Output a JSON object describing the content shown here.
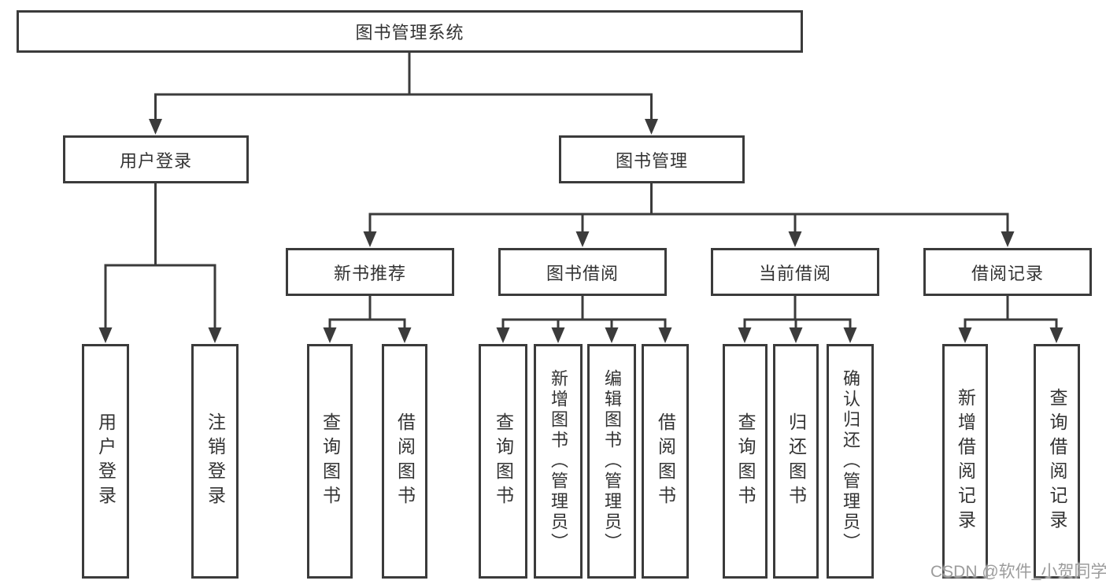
{
  "diagram": {
    "root": "图书管理系统",
    "user_branch": {
      "label": "用户登录",
      "children": [
        "用户登录",
        "注销登录"
      ]
    },
    "mgmt_branch": {
      "label": "图书管理",
      "groups": [
        {
          "label": "新书推荐",
          "children": [
            "查询图书",
            "借阅图书"
          ]
        },
        {
          "label": "图书借阅",
          "children": [
            "查询图书",
            "新增图书（管理员）",
            "编辑图书（管理员）",
            "借阅图书"
          ]
        },
        {
          "label": "当前借阅",
          "children": [
            "查询图书",
            "归还图书",
            "确认归还（管理员）"
          ]
        },
        {
          "label": "借阅记录",
          "children": [
            "新增借阅记录",
            "查询借阅记录"
          ]
        }
      ]
    }
  },
  "watermark": "CSDN @软件_小贺同学",
  "colors": {
    "line": "#3b3b3b",
    "text": "#333333",
    "watermark": "#9c9c9c",
    "background": "#ffffff"
  }
}
